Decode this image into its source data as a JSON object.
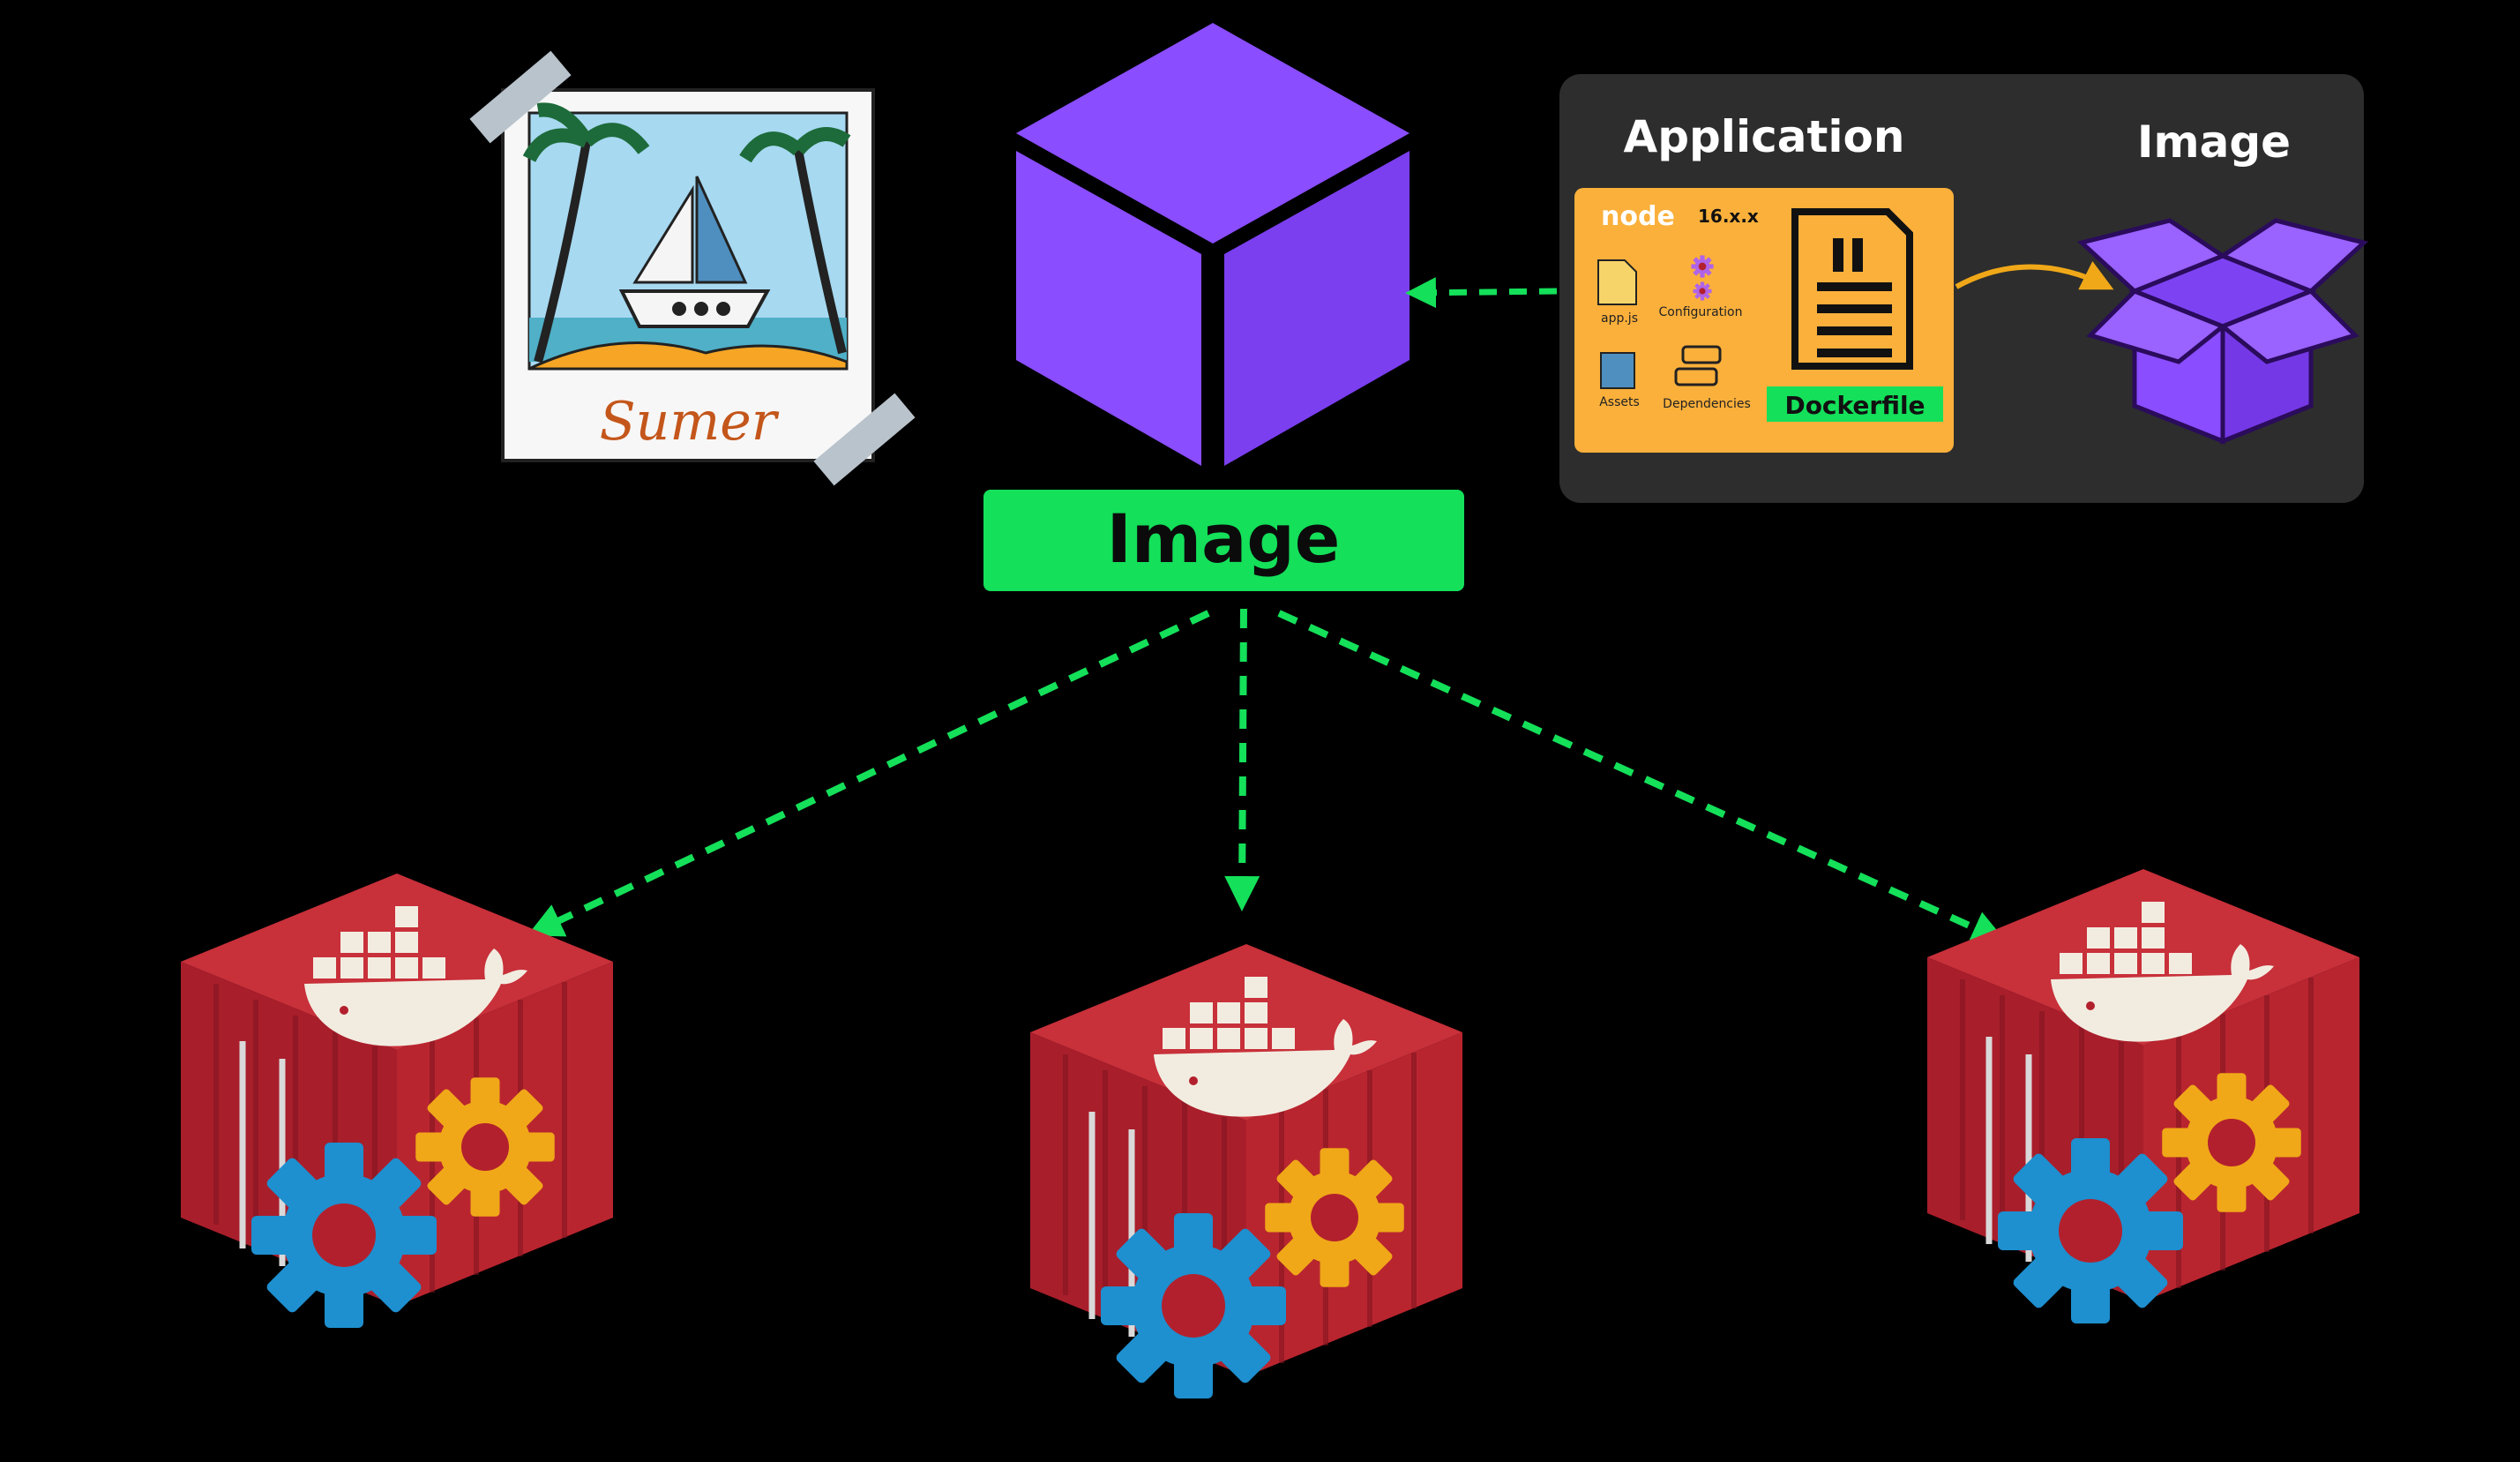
{
  "center_label": "Image",
  "panel": {
    "application_title": "Application",
    "image_title": "Image",
    "node_version": "16.x.x",
    "node_logo_text": "node",
    "files": [
      "app.js",
      "Configuration",
      "Assets",
      "Dependencies"
    ],
    "dockerfile_label": "Dockerfile"
  },
  "polaroid": {
    "caption": "Sumer"
  },
  "colors": {
    "background": "#000000",
    "accent_green": "#14e05a",
    "cube_purple": "#8a4dff",
    "panel_bg": "#2d2d2d",
    "app_card": "#fbb03b",
    "container_red": "#b3202d",
    "gear_blue": "#1e8fcf",
    "gear_yellow": "#f0a818"
  },
  "icons": [
    "purple-cube-icon",
    "open-box-icon",
    "dockerfile-icon",
    "docker-whale-icon",
    "gear-icon",
    "polaroid-photo-icon"
  ]
}
